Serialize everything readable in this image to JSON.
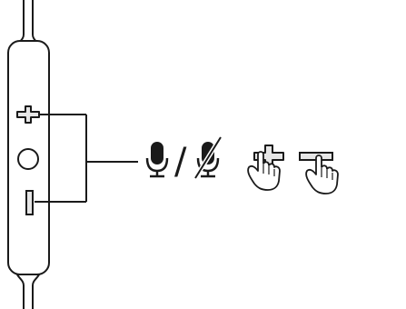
{
  "diagram": {
    "separator": "/",
    "colors": {
      "stroke": "#1a1a1a",
      "fill": "#ffffff",
      "icon_fill": "#1a1a1a",
      "tab_fill": "#e6e6e6"
    },
    "remote": {
      "buttons": [
        "plus-button",
        "center-button",
        "minus-button"
      ]
    },
    "callout_icons": [
      "microphone-icon",
      "microphone-muted-icon",
      "finger-tap-plus-icon",
      "finger-tap-minus-icon"
    ]
  }
}
